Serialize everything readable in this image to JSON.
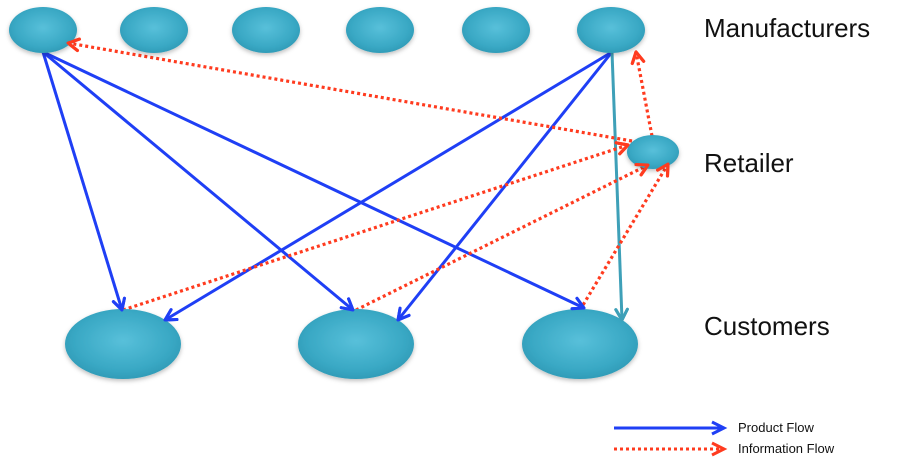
{
  "diagram": {
    "tiers": {
      "manufacturers": "Manufacturers",
      "retailer": "Retailer",
      "customers": "Customers"
    },
    "nodes": {
      "manufacturers": [
        "M1",
        "M2",
        "M3",
        "M4",
        "M5",
        "M6"
      ],
      "retailer": [
        "R"
      ],
      "customers": [
        "C1",
        "C2",
        "C3"
      ]
    },
    "edges": [
      {
        "from": "M1",
        "to": "C1",
        "type": "product"
      },
      {
        "from": "M1",
        "to": "C2",
        "type": "product"
      },
      {
        "from": "M1",
        "to": "C3",
        "type": "product"
      },
      {
        "from": "M6",
        "to": "C1",
        "type": "product"
      },
      {
        "from": "M6",
        "to": "C2",
        "type": "product"
      },
      {
        "from": "M6",
        "to": "C3",
        "type": "retail"
      },
      {
        "from": "R",
        "to": "M1",
        "type": "information"
      },
      {
        "from": "R",
        "to": "M6",
        "type": "information"
      },
      {
        "from": "C1",
        "to": "R",
        "type": "information"
      },
      {
        "from": "C2",
        "to": "R",
        "type": "information"
      },
      {
        "from": "C3",
        "to": "R",
        "type": "information"
      }
    ],
    "legend": [
      {
        "label": "Product Flow",
        "type": "product"
      },
      {
        "label": "Information Flow",
        "type": "information"
      }
    ],
    "colors": {
      "node": "#3aa9c6",
      "node_highlight": "#5cc3dc",
      "product": "#1f3ff5",
      "information": "#ff3b1f",
      "retail": "#3ea0b8"
    }
  }
}
